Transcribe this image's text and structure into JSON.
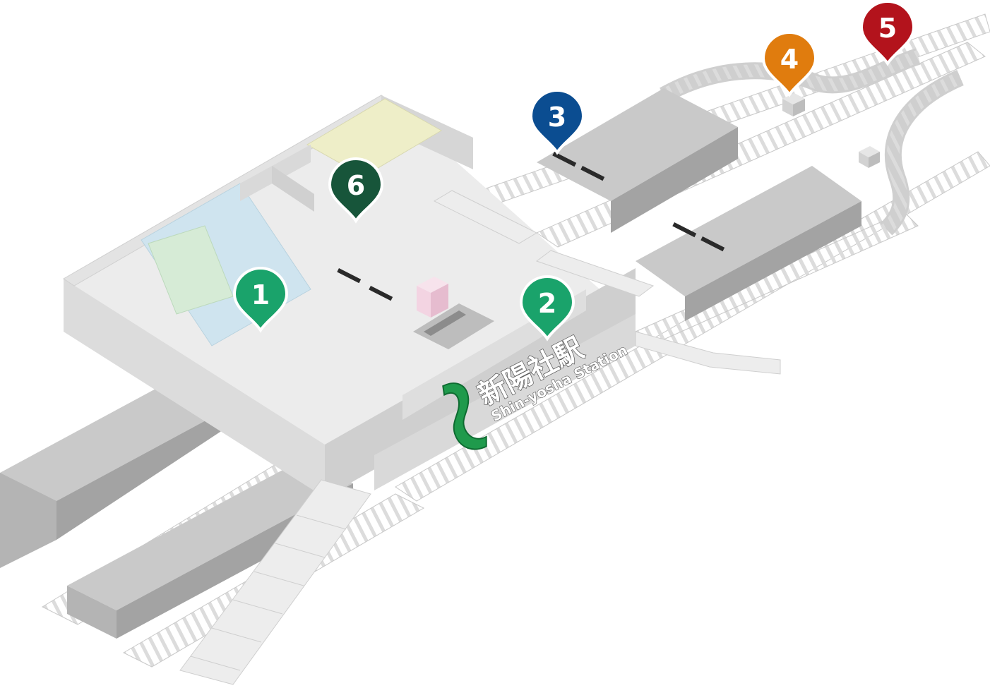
{
  "station_sign": {
    "name_jp": "新陽社駅",
    "name_en": "Shin-yosha Station"
  },
  "colors": {
    "track_rail": "#cfcfcf",
    "platform_top": "#c9c9c9",
    "platform_side": "#a9a9a9",
    "concourse_floor": "#ececec",
    "wall": "#dedede",
    "room_blue": "#cfe4ef",
    "room_green": "#d6ebd6",
    "room_yellow": "#eeeec8",
    "ticket_machine": "#f3d4e2",
    "logo_green": "#1f9a4c"
  },
  "markers": [
    {
      "id": "1",
      "label": "1",
      "color": "#1aa36b"
    },
    {
      "id": "2",
      "label": "2",
      "color": "#1aa36b"
    },
    {
      "id": "3",
      "label": "3",
      "color": "#0b4d91"
    },
    {
      "id": "4",
      "label": "4",
      "color": "#e07c0e"
    },
    {
      "id": "5",
      "label": "5",
      "color": "#b3131c"
    },
    {
      "id": "6",
      "label": "6",
      "color": "#17553a"
    }
  ]
}
